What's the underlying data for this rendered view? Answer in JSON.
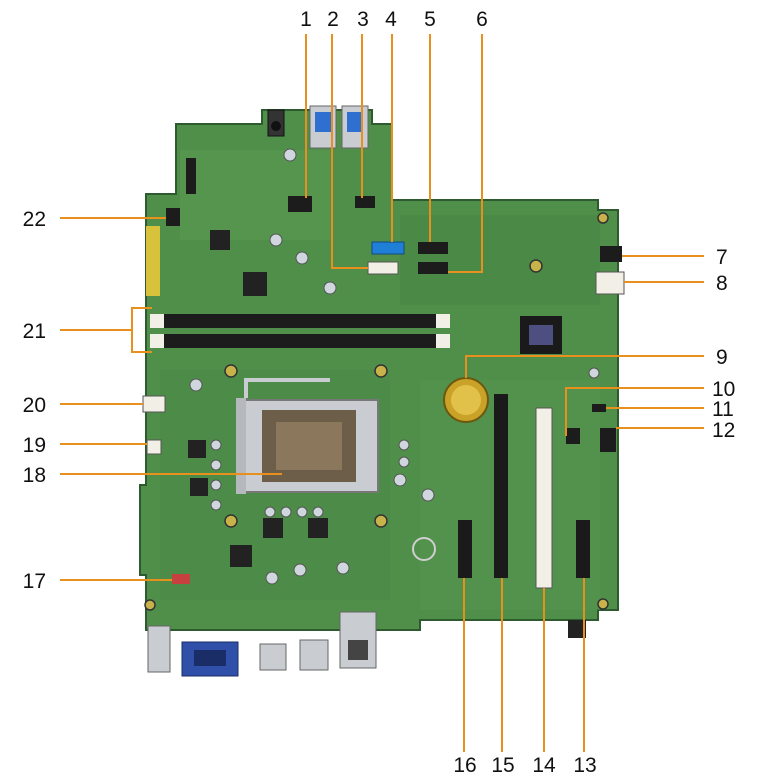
{
  "diagram": {
    "colors": {
      "board": "#4f8f4a",
      "board_dark": "#2d5a2e",
      "leader": "#e8901e",
      "label": "#111111",
      "dimm_slot": "#1c1c1c",
      "pcie_slot": "#1a1a1a",
      "pci_slot": "#f2efe6",
      "sata_blue": "#1f7fd6",
      "battery": "#c9a227",
      "io_blue": "#2f4fa8",
      "silver": "#c9ccd1"
    },
    "callouts": [
      {
        "number": "1"
      },
      {
        "number": "2"
      },
      {
        "number": "3"
      },
      {
        "number": "4"
      },
      {
        "number": "5"
      },
      {
        "number": "6"
      },
      {
        "number": "7"
      },
      {
        "number": "8"
      },
      {
        "number": "9"
      },
      {
        "number": "10"
      },
      {
        "number": "11"
      },
      {
        "number": "12"
      },
      {
        "number": "13"
      },
      {
        "number": "14"
      },
      {
        "number": "15"
      },
      {
        "number": "16"
      },
      {
        "number": "17"
      },
      {
        "number": "18"
      },
      {
        "number": "19"
      },
      {
        "number": "20"
      },
      {
        "number": "21"
      },
      {
        "number": "22"
      }
    ]
  }
}
